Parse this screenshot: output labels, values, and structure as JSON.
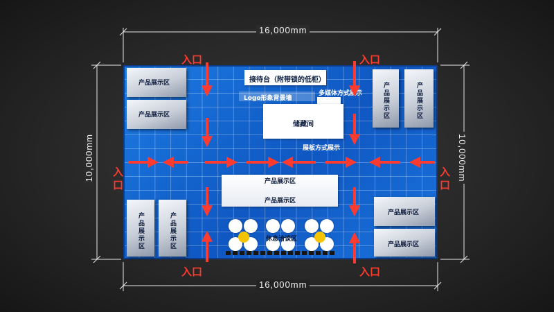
{
  "dimensions": {
    "top_width": "16,000mm",
    "bottom_width": "16,000mm",
    "left_height": "10,000mm",
    "right_height": "10,000mm"
  },
  "entrances": {
    "label": "入口"
  },
  "zones": {
    "reception": "接待台（附带锁的低柜）",
    "logo_wall": "Logo形象背景墙",
    "multimedia": "多媒体方式展示",
    "storage": "储藏间",
    "board_display": "展板方式展示",
    "product_display": "产品展示区",
    "lounge": "休息洽谈区"
  },
  "colors": {
    "floor": "#1565d0",
    "arrow": "#ff3b30",
    "entry_text": "#ff3b30",
    "background": "#262626"
  }
}
